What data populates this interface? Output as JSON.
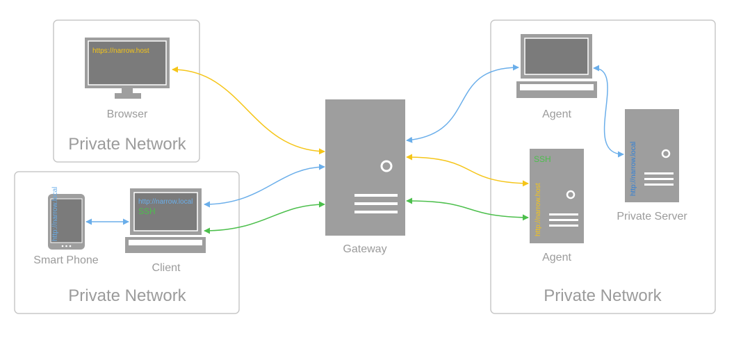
{
  "colors": {
    "yellow": "#f5c518",
    "blue": "#6aaeea",
    "green": "#4cbf4c",
    "device": "#9e9e9e",
    "screen": "#7b7b7b",
    "border": "#c8c8c8",
    "text": "#9b9b9b"
  },
  "networks": {
    "top_left": {
      "title": "Private Network"
    },
    "bottom_left": {
      "title": "Private Network"
    },
    "right": {
      "title": "Private Network"
    }
  },
  "devices": {
    "browser": {
      "label": "Browser",
      "screen_text": "https://narrow.host",
      "icon": "monitor-icon"
    },
    "smart_phone": {
      "label": "Smart Phone",
      "screen_text": "http://narrow.local",
      "icon": "phone-icon"
    },
    "client": {
      "label": "Client",
      "screen_text_1": "http://narrow.local",
      "screen_text_2": "SSH",
      "icon": "laptop-icon"
    },
    "gateway": {
      "label": "Gateway",
      "icon": "server-icon"
    },
    "agent_laptop": {
      "label": "Agent",
      "icon": "laptop-icon"
    },
    "agent_server": {
      "label": "Agent",
      "text_top": "SSH",
      "text_vertical": "http://narrow.host",
      "icon": "server-icon"
    },
    "private_server": {
      "label": "Private Server",
      "text_vertical": "http://narrow.local",
      "icon": "server-icon"
    }
  }
}
